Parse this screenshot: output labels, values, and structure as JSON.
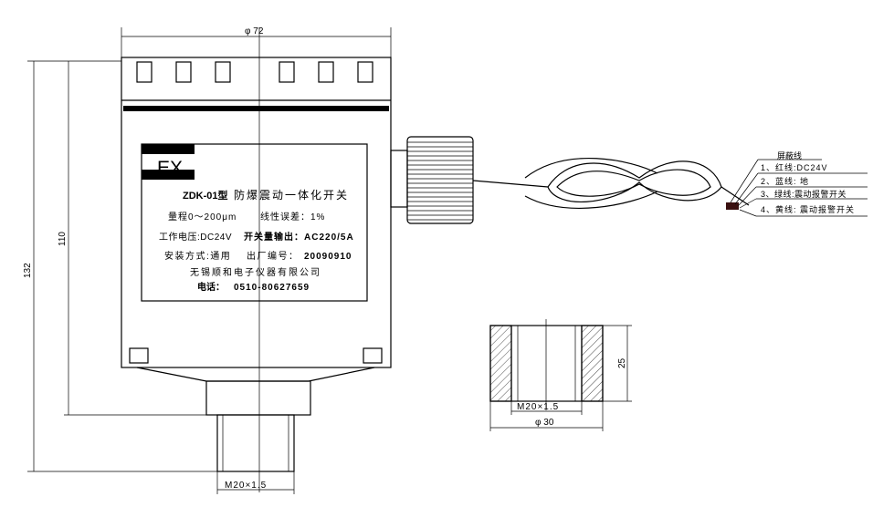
{
  "dimensions": {
    "top_width": "φ 72",
    "total_height": "132",
    "body_height": "110",
    "bottom_thread": "M20×1.5",
    "nut_thread": "M20×1.5",
    "nut_diameter": "φ 30",
    "nut_height": "25"
  },
  "label_plate": {
    "ex_mark": "EX",
    "model": "ZDK-01型",
    "product_name": "防爆震动一体化开关",
    "range": "量程0～200μm",
    "linearity": "线性误差：1%",
    "supply": "工作电压:DC24V",
    "output": "开关量输出：AC220/5A",
    "mounting": "安装方式:通用",
    "serial_label": "出厂编号：",
    "serial": "20090910",
    "company": "无锡顺和电子仪器有限公司",
    "phone_label": "电话：",
    "phone": "0510-80627659"
  },
  "wiring": {
    "shield": "屏蔽线",
    "wires": [
      "1、红线:DC24V",
      "2、蓝线:  地",
      "3、绿线:震动报警开关",
      "4、黄线: 震动报警开关"
    ]
  }
}
